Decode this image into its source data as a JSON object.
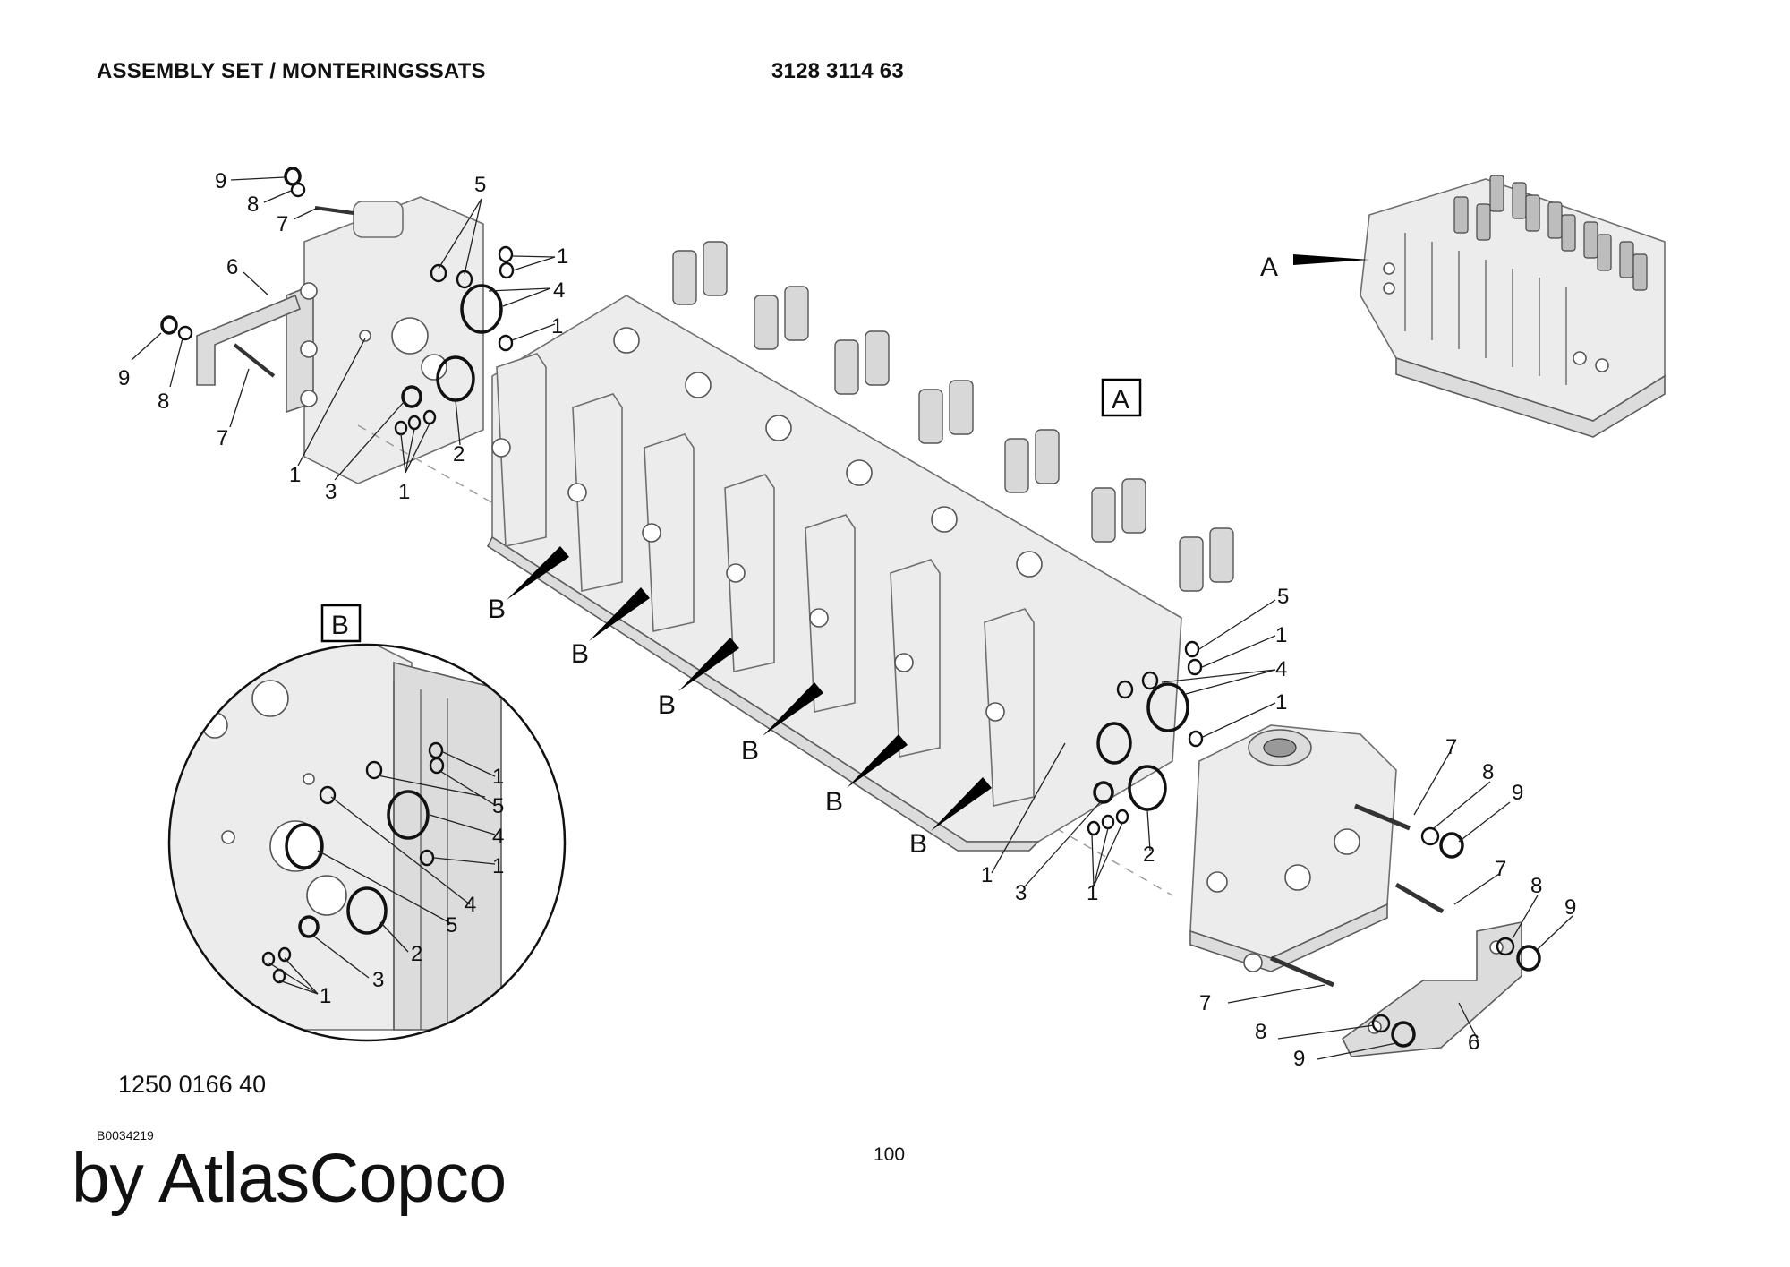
{
  "header": {
    "title": "ASSEMBLY SET / MONTERINGSSATS",
    "part_number": "3128 3114 63"
  },
  "drawing": {
    "view_labels": {
      "a_box": "A",
      "b_box": "B",
      "a_arrow": "A",
      "b_arrow": "B"
    },
    "callouts": {
      "c1": "1",
      "c2": "2",
      "c3": "3",
      "c4": "4",
      "c5": "5",
      "c6": "6",
      "c7": "7",
      "c8": "8",
      "c9": "9"
    }
  },
  "footer": {
    "reference_number": "1250 0166 40",
    "image_code": "B0034219",
    "page_number": "100",
    "brand": "by AtlasCopco"
  }
}
